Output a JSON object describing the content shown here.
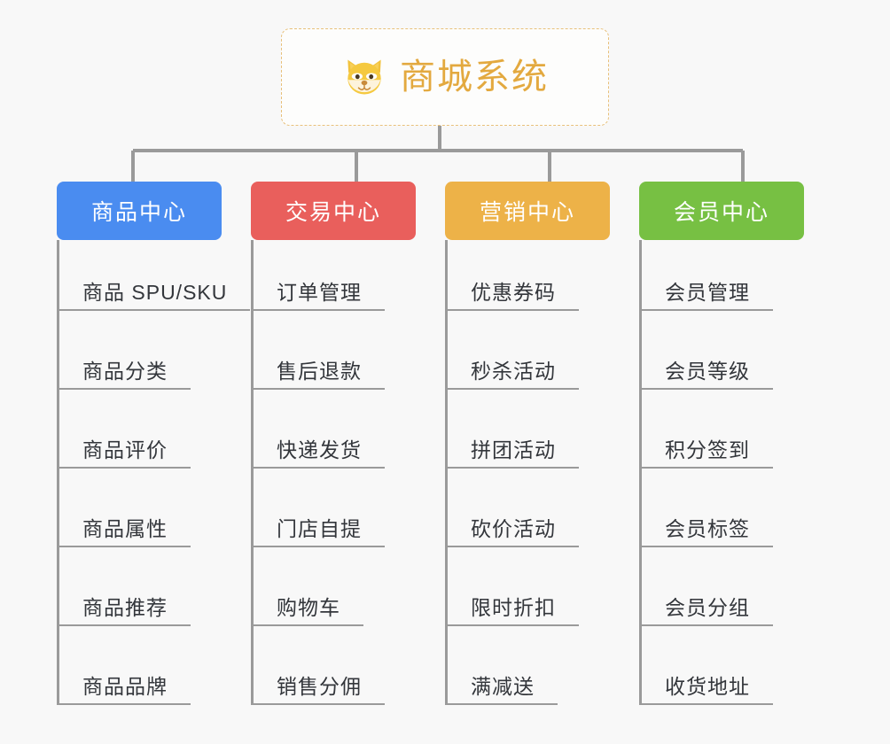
{
  "root": {
    "title": "商城系统",
    "icon": "dog-face-icon",
    "title_color": "#e3a93f",
    "border_color": "#e8c07a"
  },
  "background_color": "#f8f8f8",
  "line_color": "#9a9a9a",
  "columns": [
    {
      "title": "商品中心",
      "color": "#4a8cf0",
      "items": [
        "商品 SPU/SKU",
        "商品分类",
        "商品评价",
        "商品属性",
        "商品推荐",
        "商品品牌"
      ]
    },
    {
      "title": "交易中心",
      "color": "#e95f5c",
      "items": [
        "订单管理",
        "售后退款",
        "快递发货",
        "门店自提",
        "购物车",
        "销售分佣"
      ]
    },
    {
      "title": "营销中心",
      "color": "#edb248",
      "items": [
        "优惠券码",
        "秒杀活动",
        "拼团活动",
        "砍价活动",
        "限时折扣",
        "满减送"
      ]
    },
    {
      "title": "会员中心",
      "color": "#77c043",
      "items": [
        "会员管理",
        "会员等级",
        "积分签到",
        "会员标签",
        "会员分组",
        "收货地址"
      ]
    }
  ]
}
